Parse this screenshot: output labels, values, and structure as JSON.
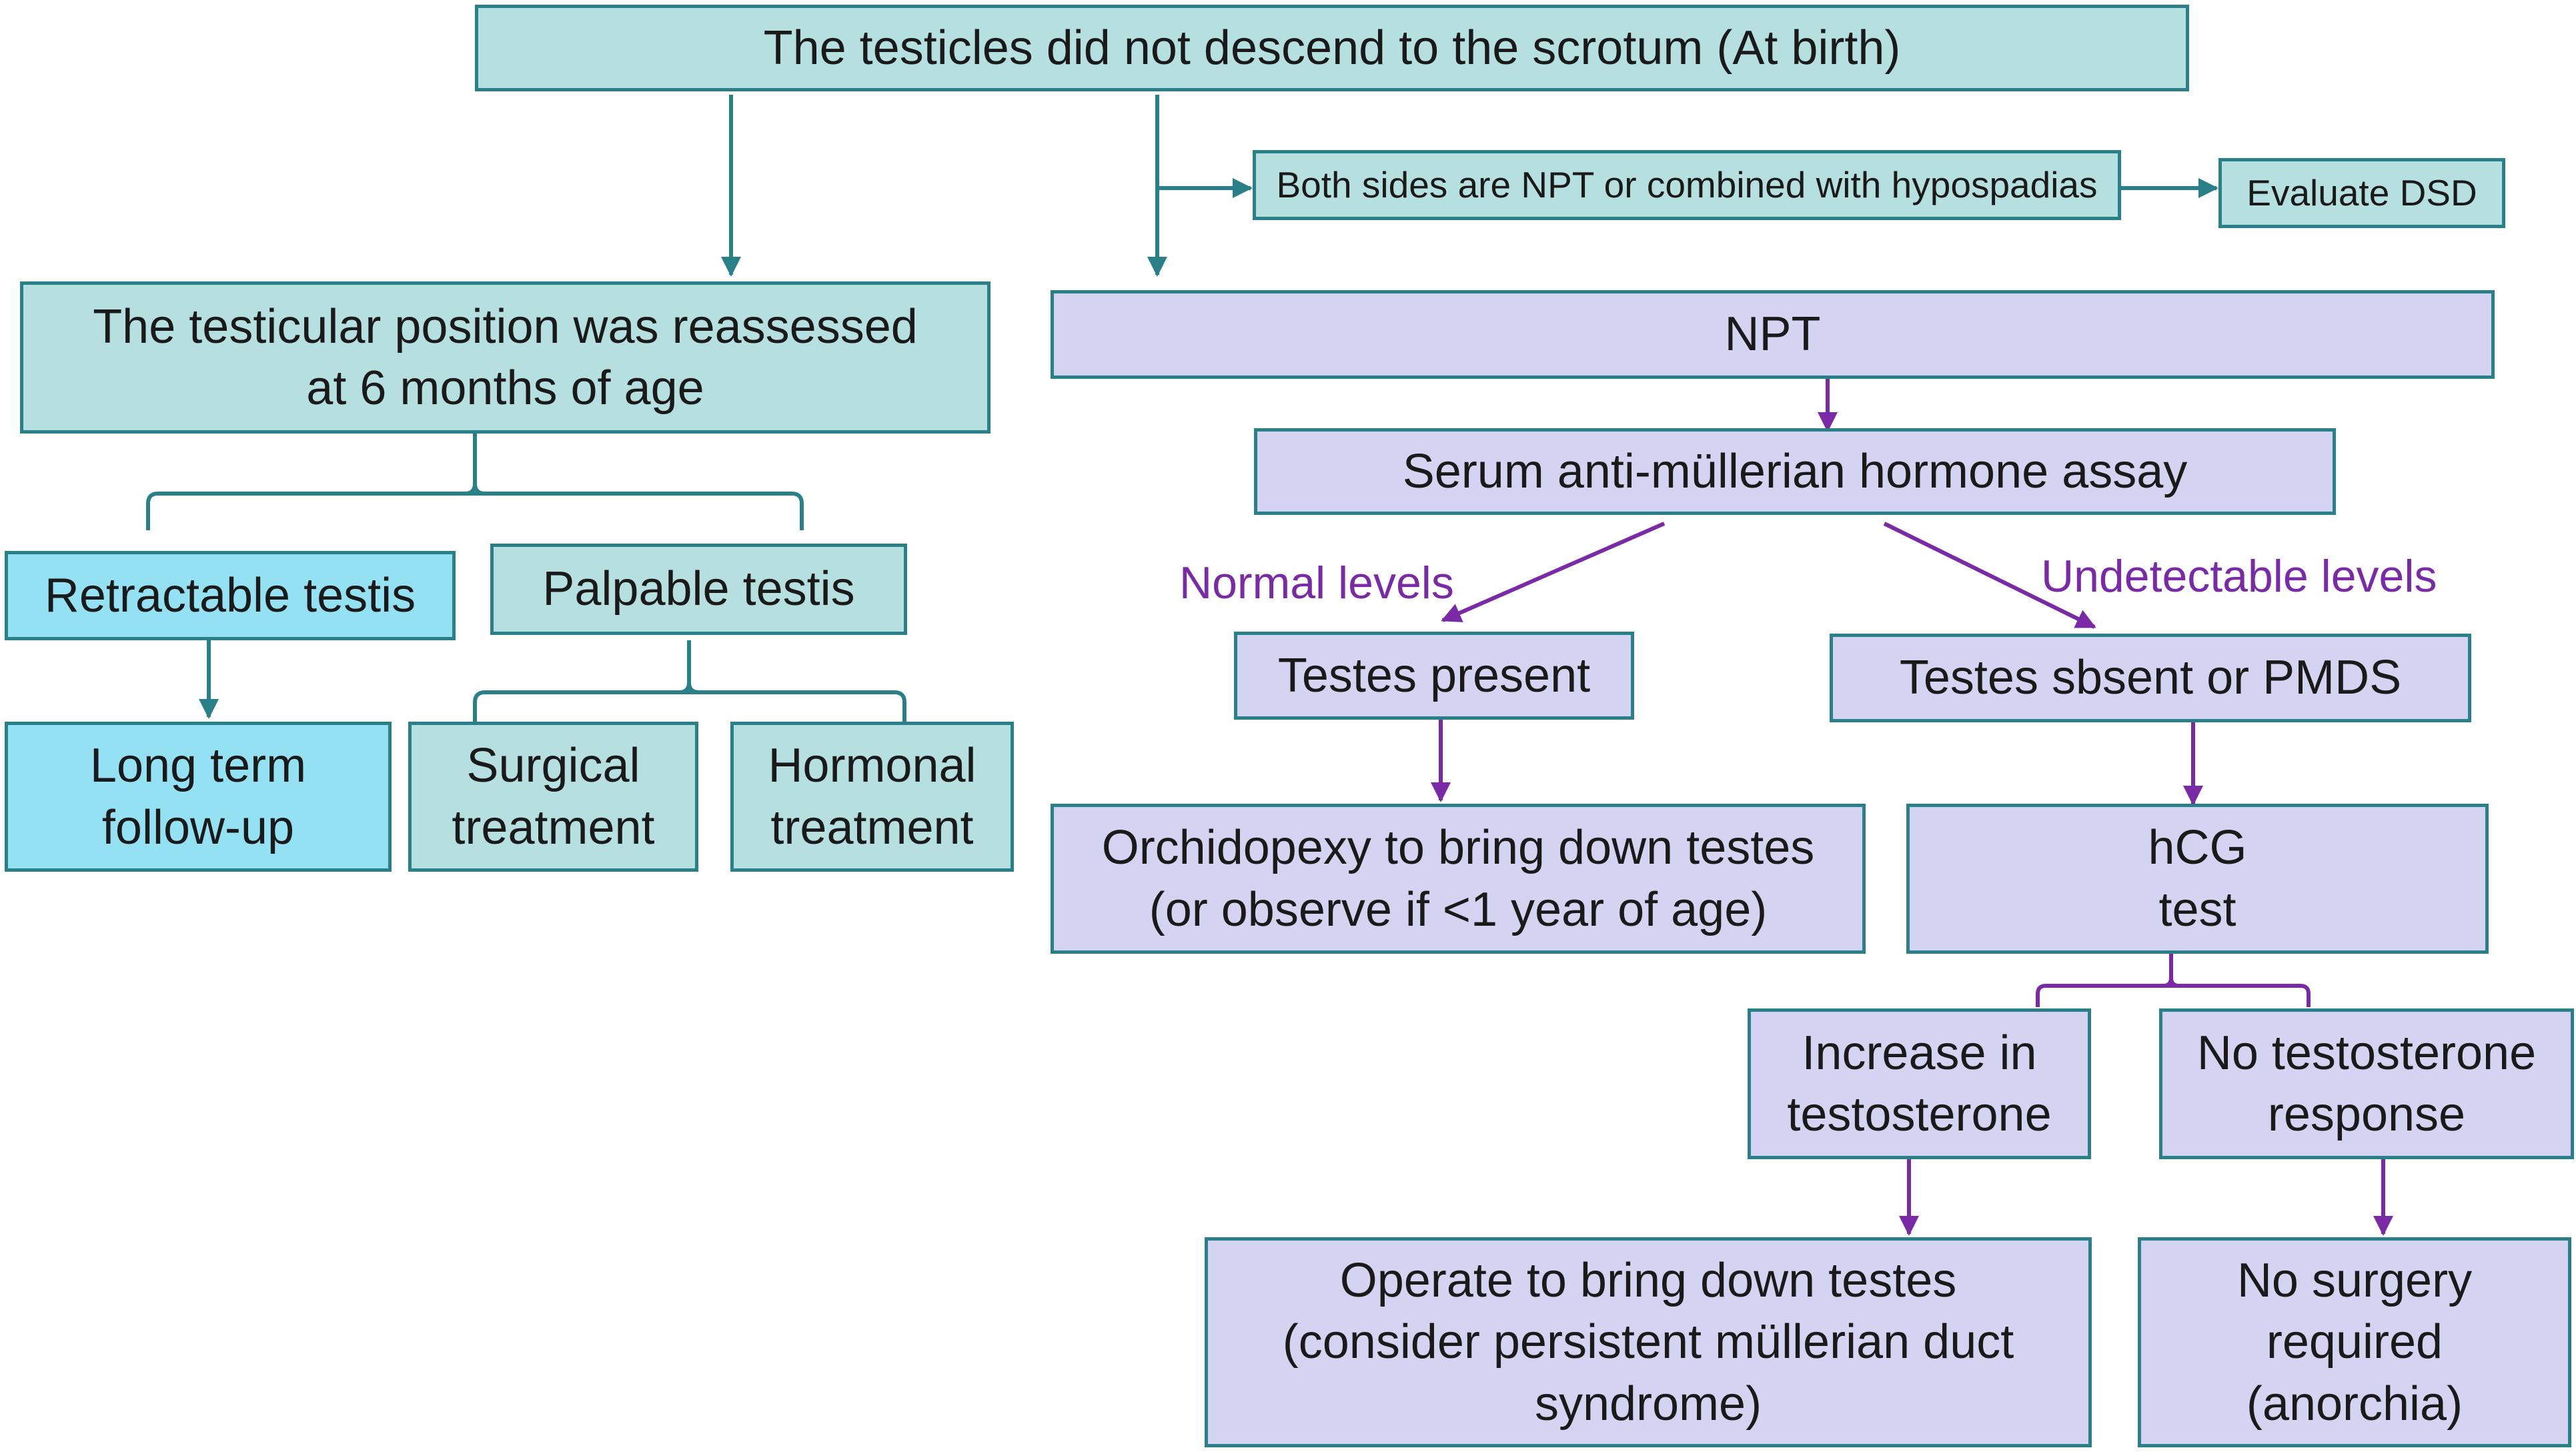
{
  "colors": {
    "teal_line": "#2a8088",
    "purple_line": "#7a2aa6",
    "teal_fill": "#b6dfe0",
    "cyan_fill": "#93e1f2",
    "purple_fill": "#d4d3f1"
  },
  "nodes": {
    "root": "The testicles did not descend to the scrotum (At birth)",
    "both_sides_npt": "Both sides are NPT or combined with hypospadias",
    "evaluate_dsd": "Evaluate DSD",
    "reassessed": "The testicular position was reassessed\nat 6 months of age",
    "npt": "NPT",
    "amh_assay": "Serum anti-müllerian hormone assay",
    "retractable": "Retractable testis",
    "palpable": "Palpable testis",
    "long_term": "Long term\nfollow-up",
    "surgical": "Surgical\ntreatment",
    "hormonal": "Hormonal\ntreatment",
    "testes_present": "Testes present",
    "testes_absent": "Testes sbsent or PMDS",
    "orchidopexy": "Orchidopexy to bring down testes\n(or observe if <1 year of age)",
    "hcg": "hCG\ntest",
    "increase_testosterone": "Increase in\ntestosterone",
    "no_response": "No testosterone\nresponse",
    "operate": "Operate to bring down testes\n(consider persistent müllerian duct\nsyndrome)",
    "no_surgery": "No surgery\nrequired\n(anorchia)"
  },
  "edge_labels": {
    "normal": "Normal levels",
    "undetectable": "Undetectable levels"
  }
}
